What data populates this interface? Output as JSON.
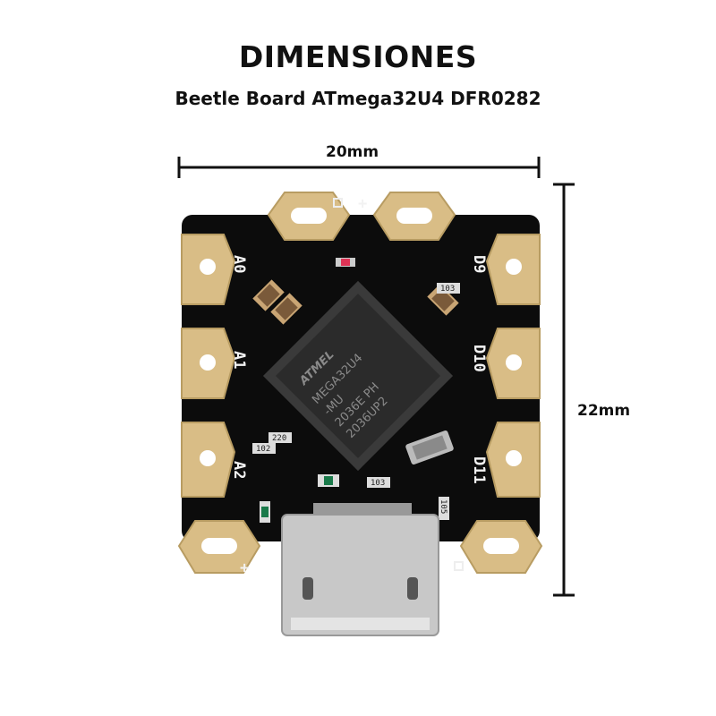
{
  "header": {
    "title": "DIMENSIONES",
    "subtitle": "Beetle Board ATmega32U4 DFR0282"
  },
  "dimensions": {
    "width_label": "20mm",
    "height_label": "22mm"
  },
  "board": {
    "pin_labels_left": [
      "A0",
      "A1",
      "A2"
    ],
    "pin_labels_right": [
      "D9",
      "D10",
      "D11"
    ],
    "plus_label": "+",
    "chip_lines": [
      "ATMEL",
      "MEGA32U4",
      "-MU",
      "2036E  PH",
      "2036UP2"
    ],
    "resistor_labels": [
      "103",
      "220",
      "102",
      "103",
      "105"
    ],
    "colors": {
      "pcb": "#0c0c0c",
      "gold": "#d9bd86",
      "chip": "#2b2b2b",
      "usb": "#c8c8c8"
    }
  }
}
